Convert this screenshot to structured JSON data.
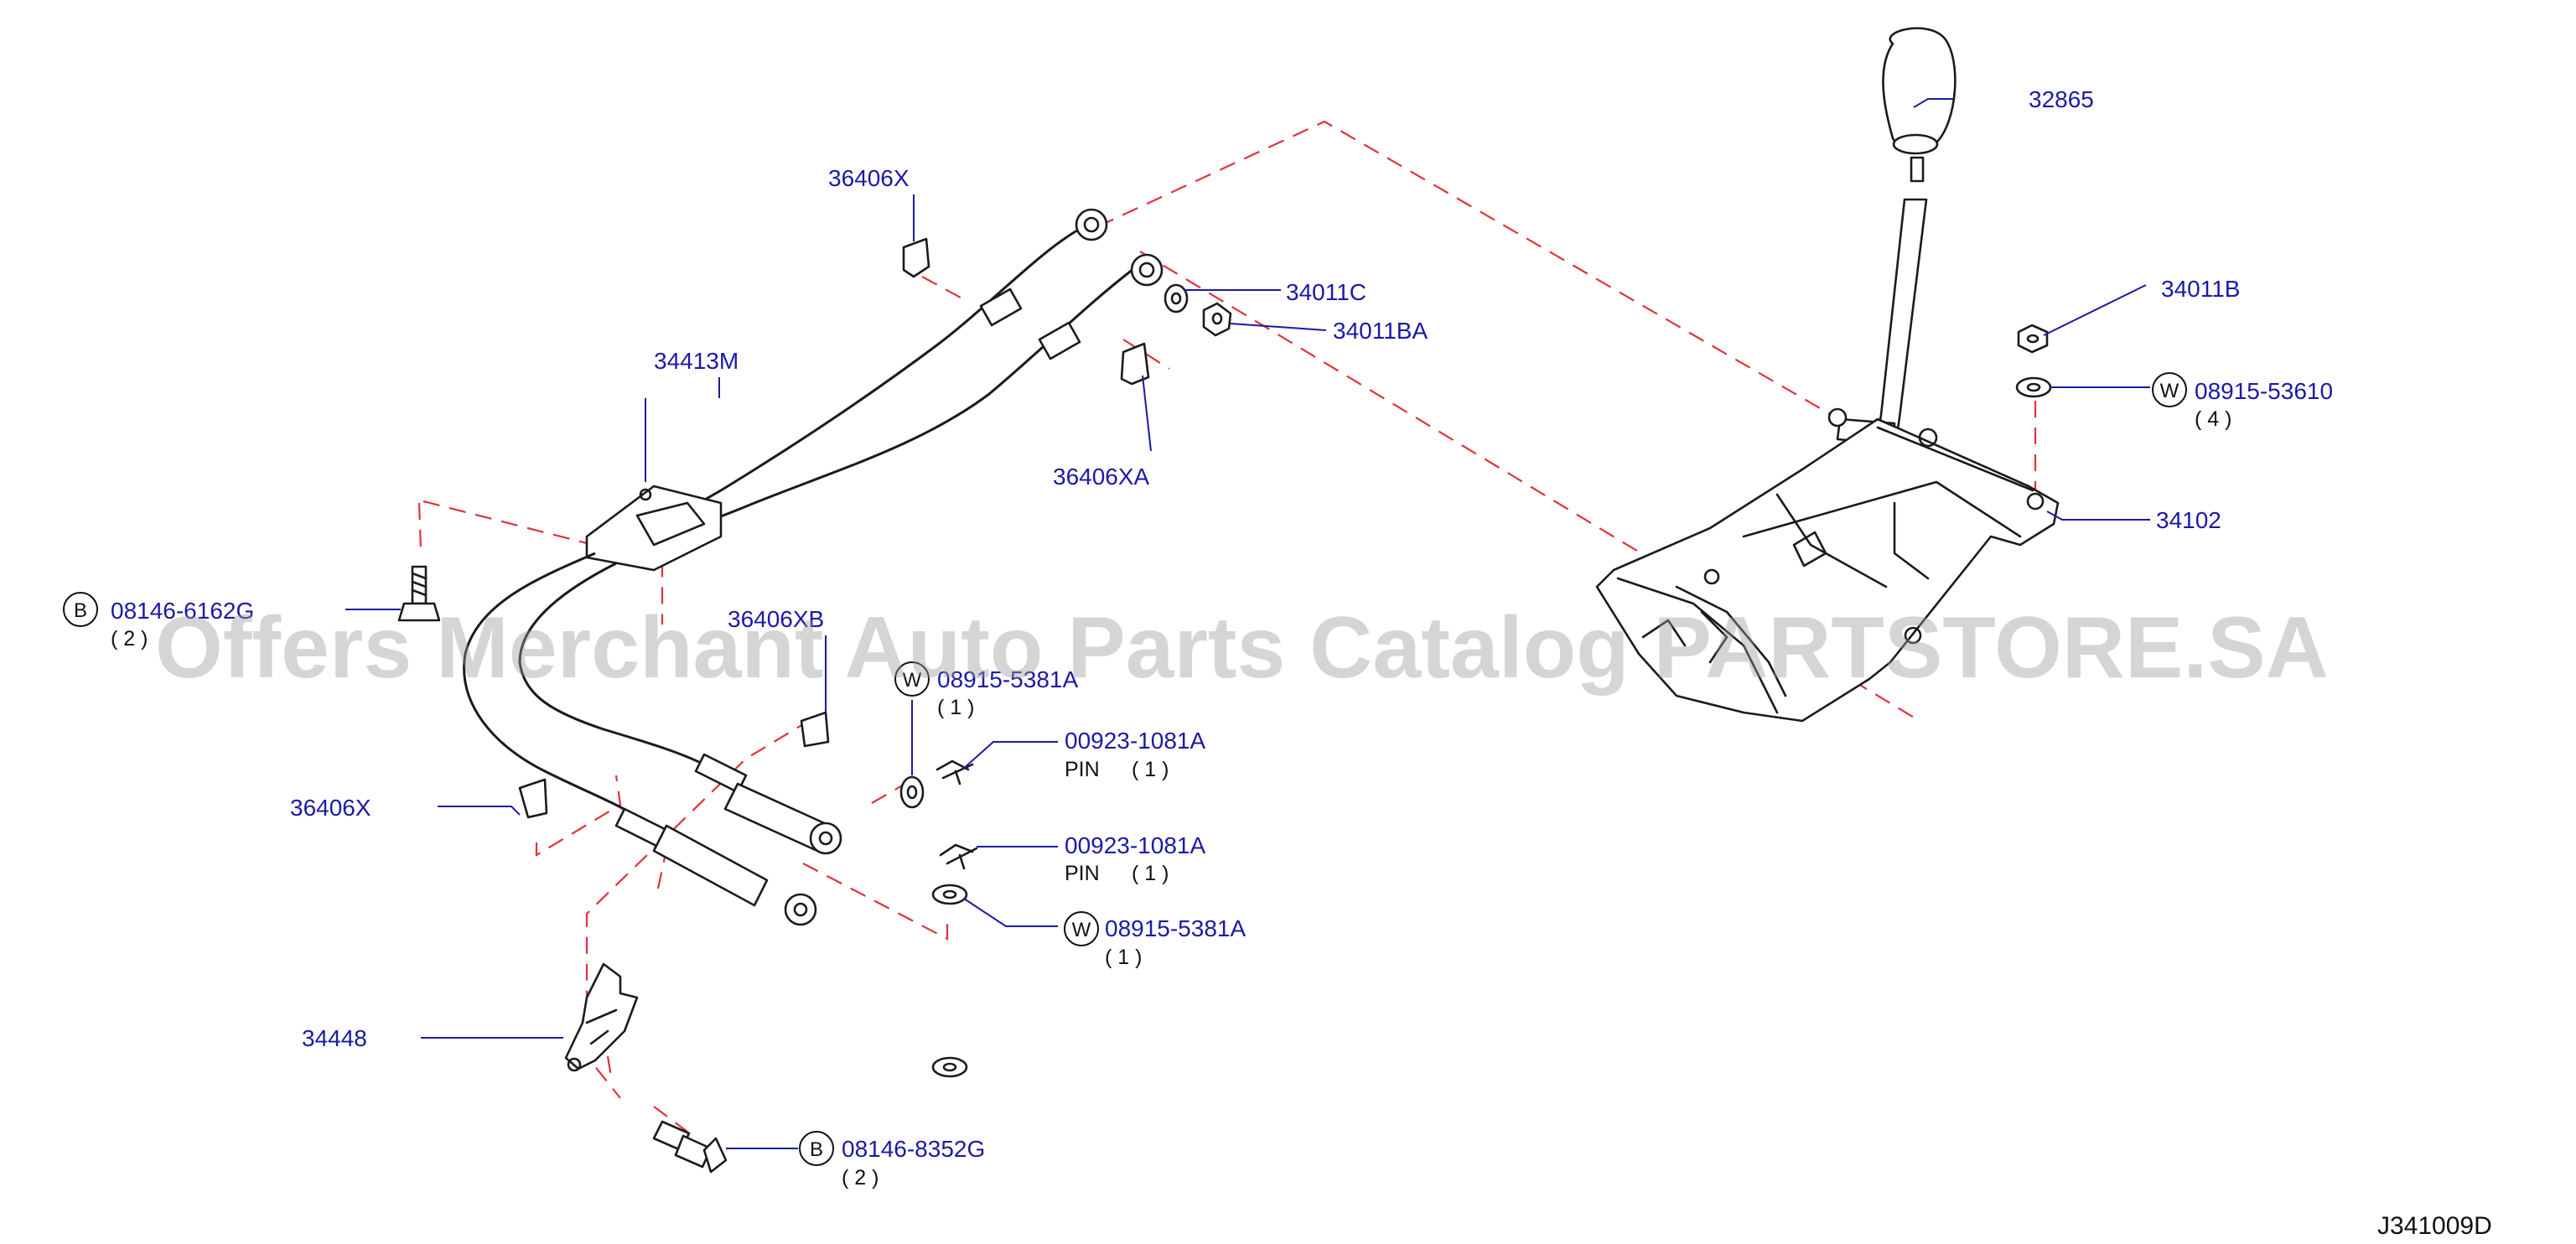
{
  "diagram": {
    "code": "J341009D",
    "watermark": "Offers Merchant Auto Parts Catalog PARTSTORE.SA",
    "colors": {
      "label": "#1a1aa6",
      "leader": "#1a1aa6",
      "dash": "#e0323a",
      "ink": "#1b1b1b"
    },
    "labels": [
      {
        "id": "p32865",
        "text": "32865"
      },
      {
        "id": "p36406x_top",
        "text": "36406X"
      },
      {
        "id": "p34011c",
        "text": "34011C"
      },
      {
        "id": "p34011ba",
        "text": "34011BA"
      },
      {
        "id": "p34413m",
        "text": "34413M"
      },
      {
        "id": "p36406xa",
        "text": "36406XA"
      },
      {
        "id": "p34011b",
        "text": "34011B"
      },
      {
        "id": "p34102",
        "text": "34102"
      },
      {
        "id": "p36406xb",
        "text": "36406XB"
      },
      {
        "id": "p36406x_mid",
        "text": "36406X"
      },
      {
        "id": "p34448",
        "text": "34448"
      }
    ],
    "callouts": [
      {
        "id": "c08915_53610",
        "circle": "W",
        "text": "08915-53610",
        "qty": "( 4 )"
      },
      {
        "id": "c08146_6162g",
        "circle": "B",
        "text": "08146-6162G",
        "qty": "( 2 )"
      },
      {
        "id": "c08915_5381a_top",
        "circle": "W",
        "text": "08915-5381A",
        "qty": "( 1 )"
      },
      {
        "id": "c00923_1081a_a",
        "text": "00923-1081A",
        "desc": "PIN",
        "qty": "( 1 )"
      },
      {
        "id": "c00923_1081a_b",
        "text": "00923-1081A",
        "desc": "PIN",
        "qty": "( 1 )"
      },
      {
        "id": "c08915_5381a_bot",
        "circle": "W",
        "text": "08915-5381A",
        "qty": "( 1 )"
      },
      {
        "id": "c08146_8352g",
        "circle": "B",
        "text": "08146-8352G",
        "qty": "( 2 )"
      }
    ]
  }
}
